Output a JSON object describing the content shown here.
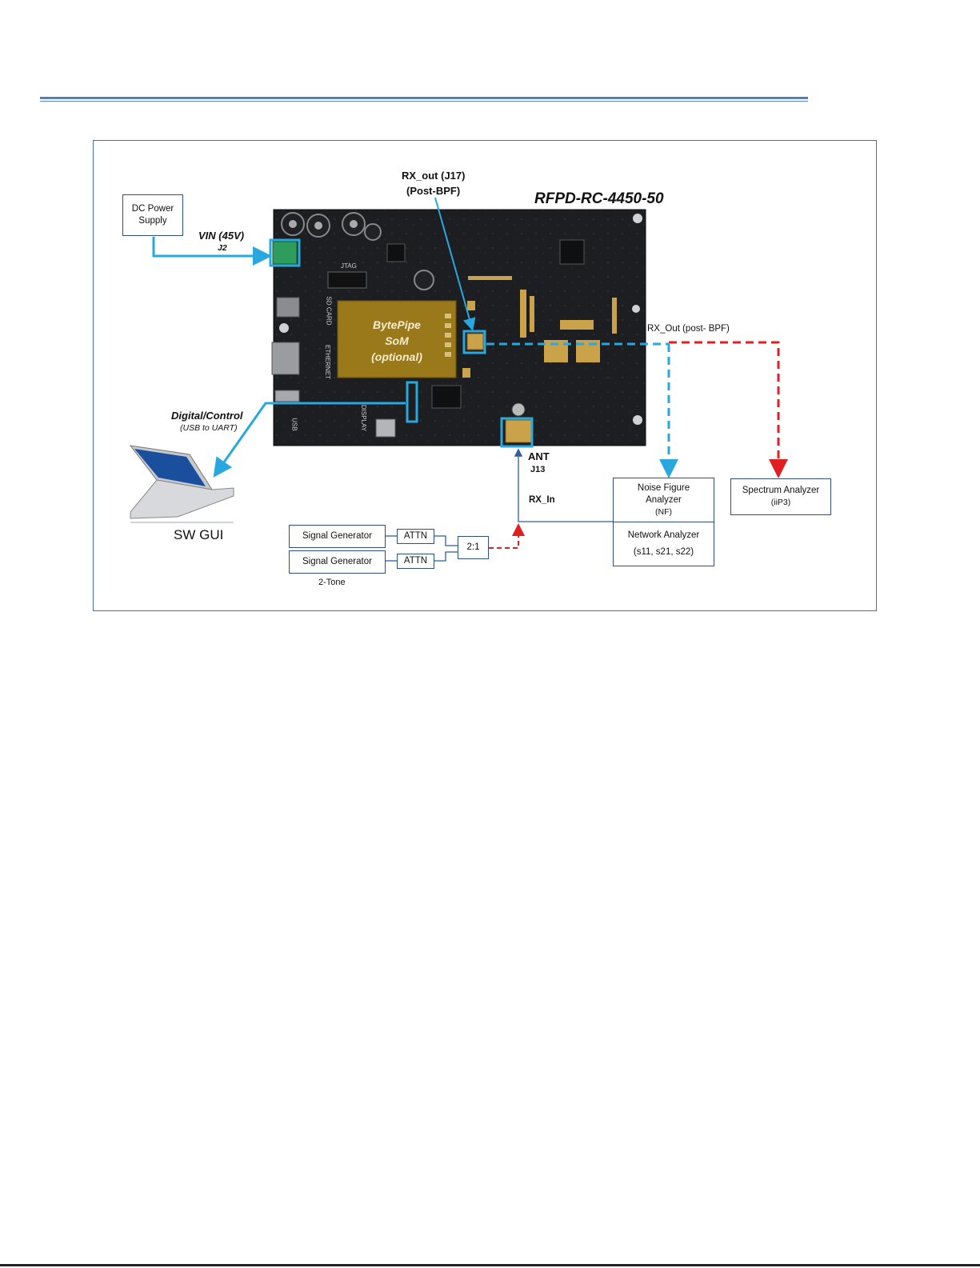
{
  "board": {
    "title": "RFPD-RC-4450-50",
    "som_lines": [
      "BytePipe",
      "SoM",
      "(optional)"
    ],
    "silk_sdcard": "SD CARD",
    "silk_ethernet": "ETHERNET",
    "silk_jtag": "JTAG",
    "silk_display": "DISPLAY",
    "silk_usb": "USB"
  },
  "blocks": {
    "dc_power": "DC Power Supply",
    "sig_gen_1": "Signal Generator",
    "sig_gen_2": "Signal Generator",
    "attn_1": "ATTN",
    "attn_2": "ATTN",
    "combiner": "2:1",
    "noise_figure": "Noise Figure Analyzer",
    "noise_figure_sub": "(NF)",
    "network_analyzer": "Network Analyzer",
    "network_analyzer_sub": "(s11, s21, s22)",
    "spectrum_analyzer": "Spectrum Analyzer",
    "spectrum_analyzer_sub": "(iiP3)"
  },
  "labels": {
    "vin": "VIN (45V)",
    "vin_ref": "J2",
    "rx_out_j17": "RX_out (J17)",
    "post_bpf": "(Post-BPF)",
    "rx_out_post_bpf": "RX_Out (post- BPF)",
    "digital_control": "Digital/Control",
    "usb_uart": "(USB to UART)",
    "ant": "ANT",
    "ant_ref": "J13",
    "rx_in": "RX_In",
    "two_tone": "2-Tone",
    "sw_gui": "SW GUI"
  },
  "colors": {
    "highlight": "#29a8e0",
    "red_dashed": "#e02020",
    "dark_line": "#2f5f9f",
    "rule": "#4f81bd",
    "pcb": "#1c1e22",
    "som": "#b08a1a"
  }
}
